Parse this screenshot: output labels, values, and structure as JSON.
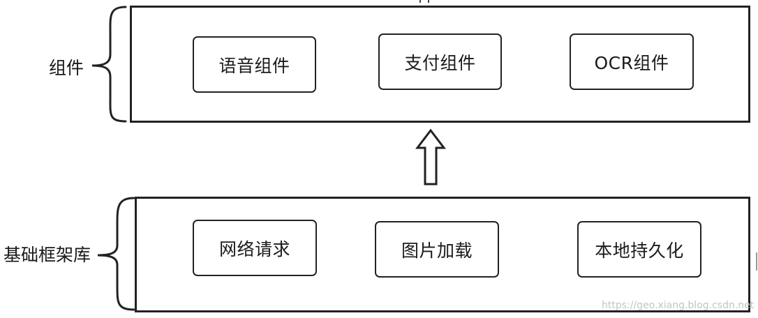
{
  "component_layer": {
    "label": "组件",
    "modules": [
      "语音组件",
      "支付组件",
      "OCR组件"
    ]
  },
  "foundation_layer": {
    "label": "基础框架库",
    "modules": [
      "网络请求",
      "图片加载",
      "本地持久化"
    ]
  },
  "watermark": "https://geo.xiang.blog.csdn.net"
}
